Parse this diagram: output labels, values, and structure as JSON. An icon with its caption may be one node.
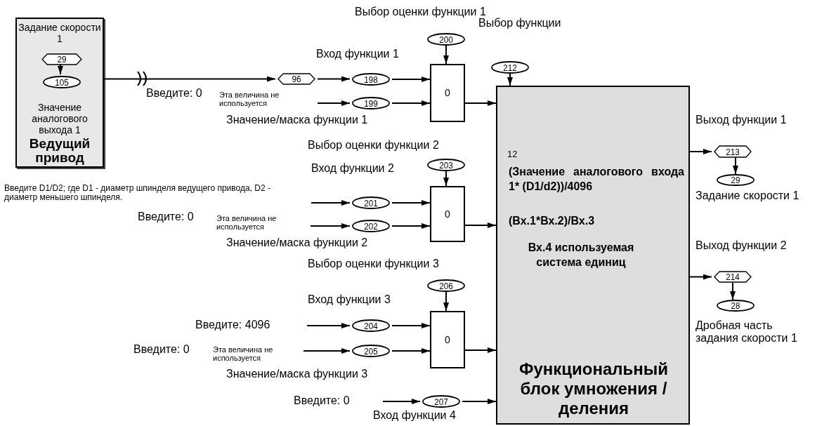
{
  "diagram": {
    "nodes": [
      {
        "text": [
          "Задание скорости 1",
          "Значение аналогового выхода 1",
          "Ведущий привод"
        ]
      },
      {
        "text": [
          "29"
        ],
        "in": 0
      },
      {
        "text": [
          "105"
        ],
        "in": 0
      },
      {
        "text": [
          "96"
        ]
      },
      {
        "text": [
          "198"
        ]
      },
      {
        "text": [
          "199"
        ]
      },
      {
        "text": [
          "200"
        ]
      },
      {
        "text": [
          "0"
        ]
      },
      {
        "text": [
          "212"
        ]
      },
      {
        "text": [
          "12",
          "(Значение аналогового входа 1* (D1/d2))/4096",
          "(Вх.1*Вх.2)/Вх.3",
          "Вх.4 используемая система единиц",
          "Функциональный блок умножения / деления"
        ]
      },
      {
        "text": [
          "203"
        ]
      },
      {
        "text": [
          "201"
        ]
      },
      {
        "text": [
          "202"
        ]
      },
      {
        "text": [
          "0"
        ]
      },
      {
        "text": [
          "206"
        ]
      },
      {
        "text": [
          "204"
        ]
      },
      {
        "text": [
          "205"
        ]
      },
      {
        "text": [
          "0"
        ]
      },
      {
        "text": [
          "207"
        ]
      },
      {
        "text": [
          "213"
        ]
      },
      {
        "text": [
          "29"
        ]
      },
      {
        "text": [
          "214"
        ]
      },
      {
        "text": [
          "28"
        ]
      }
    ],
    "edges": [
      {
        "from": 1,
        "to": 2,
        "arrow": "to"
      },
      {
        "from": 0,
        "to": 3,
        "arrow": "to"
      },
      {
        "from": 3,
        "to": 4,
        "arrow": "to"
      },
      {
        "from": 4,
        "to": 7,
        "arrow": "to"
      },
      {
        "from": null,
        "to": 5,
        "arrow": "to"
      },
      {
        "from": 5,
        "to": 7,
        "arrow": "to"
      },
      {
        "from": 6,
        "to": 7,
        "arrow": "to"
      },
      {
        "from": 7,
        "to": 9,
        "arrow": "to"
      },
      {
        "from": 8,
        "to": 9,
        "arrow": "to"
      },
      {
        "from": 10,
        "to": 13,
        "arrow": "to"
      },
      {
        "from": null,
        "to": 11,
        "arrow": "to"
      },
      {
        "from": 11,
        "to": 13,
        "arrow": "to"
      },
      {
        "from": null,
        "to": 12,
        "arrow": "to"
      },
      {
        "from": 12,
        "to": 13,
        "arrow": "to"
      },
      {
        "from": 13,
        "to": 9,
        "arrow": "to"
      },
      {
        "from": 14,
        "to": 17,
        "arrow": "to"
      },
      {
        "from": null,
        "to": 15,
        "arrow": "to"
      },
      {
        "from": 15,
        "to": 17,
        "arrow": "to"
      },
      {
        "from": null,
        "to": 16,
        "arrow": "to"
      },
      {
        "from": 16,
        "to": 17,
        "arrow": "to"
      },
      {
        "from": 17,
        "to": 9,
        "arrow": "to"
      },
      {
        "from": null,
        "to": 18,
        "arrow": "to"
      },
      {
        "from": 18,
        "to": 9,
        "arrow": "to"
      },
      {
        "from": 9,
        "to": 19,
        "arrow": "to"
      },
      {
        "from": 19,
        "to": 20,
        "arrow": "to"
      },
      {
        "from": 9,
        "to": 21,
        "arrow": "to"
      },
      {
        "from": 21,
        "to": 22,
        "arrow": "to"
      }
    ],
    "labels": [
      "Выбор оценки функции 1",
      "Выбор функции",
      "Вход функции 1",
      "Введите: 0",
      "Эта величина не используется",
      "Значение/маска функции 1",
      "Выход функции 1",
      "Выбор оценки функции 2",
      "Вход функции 2",
      "Введите D1/D2; где D1 - диаметр шпинделя ведущего привода, D2 - диаметр меньшего шпинделя.",
      "Задание скорости 1",
      "Введите: 0",
      "Эта величина не используется",
      "Значение/маска функции 2",
      "Выход функции 2",
      "Выбор оценки функции 3",
      "Вход функции 3",
      "Дробная часть задания скорости 1",
      "Введите: 4096",
      "Введите: 0",
      "Эта величина не используется",
      "Значение/маска функции 3",
      "Введите: 0",
      "Вход функции 4"
    ]
  }
}
